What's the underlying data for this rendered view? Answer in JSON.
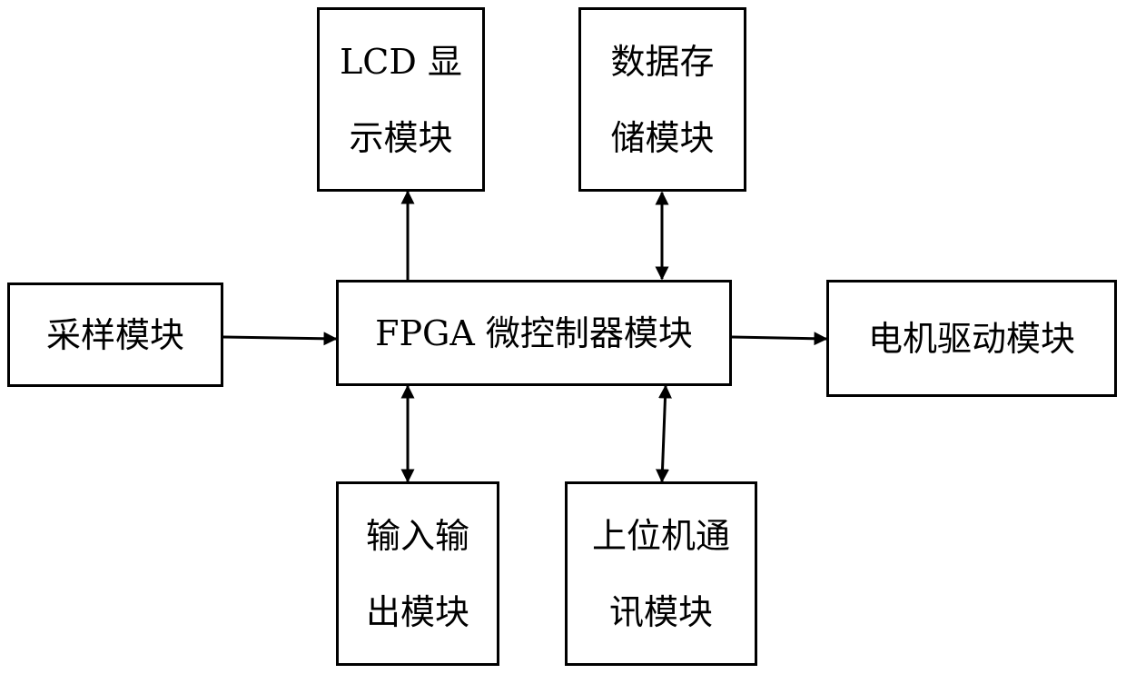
{
  "diagram": {
    "blocks": {
      "lcd": {
        "lines": [
          "LCD 显",
          "示模块"
        ]
      },
      "storage": {
        "lines": [
          "数据存",
          "储模块"
        ]
      },
      "sampling": {
        "text": "采样模块"
      },
      "fpga": {
        "text": "FPGA 微控制器模块"
      },
      "motor": {
        "text": "电机驱动模块"
      },
      "io": {
        "lines": [
          "输入输",
          "出模块"
        ]
      },
      "hostcomm": {
        "lines": [
          "上位机通",
          "讯模块"
        ]
      }
    },
    "connections": [
      {
        "from": "sampling",
        "to": "fpga",
        "direction": "one-way"
      },
      {
        "from": "fpga",
        "to": "lcd",
        "direction": "one-way"
      },
      {
        "from": "fpga",
        "to": "storage",
        "direction": "two-way"
      },
      {
        "from": "fpga",
        "to": "motor",
        "direction": "one-way"
      },
      {
        "from": "fpga",
        "to": "io",
        "direction": "two-way"
      },
      {
        "from": "fpga",
        "to": "hostcomm",
        "direction": "two-way"
      }
    ]
  }
}
